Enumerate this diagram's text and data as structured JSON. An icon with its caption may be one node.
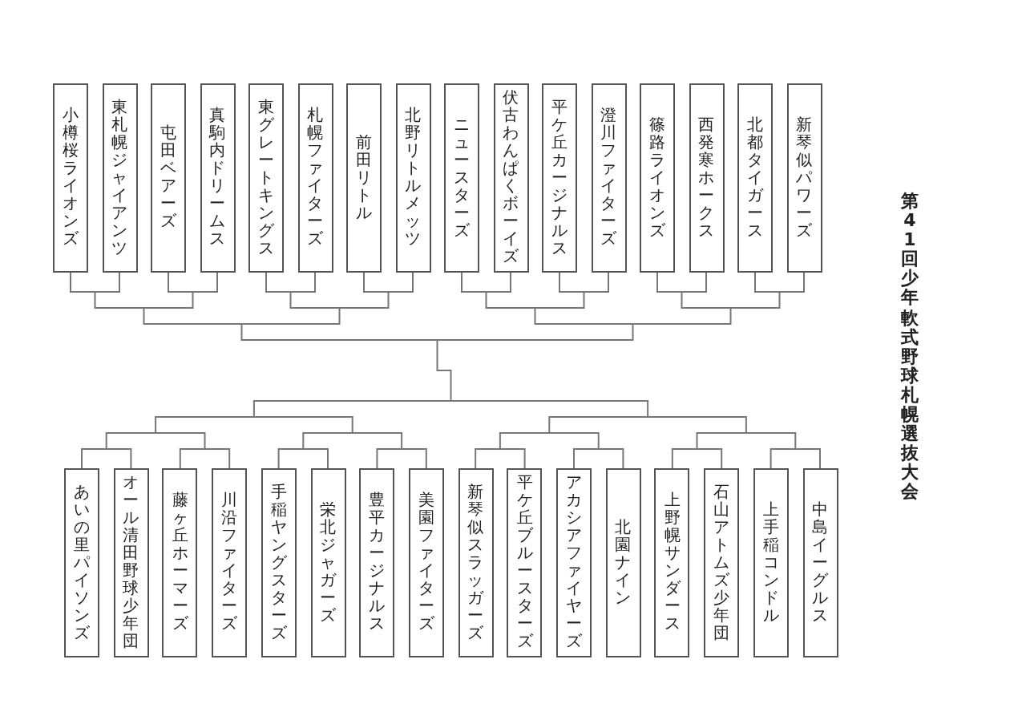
{
  "diagram": {
    "title": "第41回少年軟式野球札幌選抜大会",
    "nodes": [
      {
        "text": [
          "小樽桜ライオンズ"
        ]
      },
      {
        "text": [
          "東札幌ジャイアンツ"
        ]
      },
      {
        "text": [
          "屯田ベアーズ"
        ]
      },
      {
        "text": [
          "真駒内ドリームス"
        ]
      },
      {
        "text": [
          "東グレートキングス"
        ]
      },
      {
        "text": [
          "札幌ファイターズ"
        ]
      },
      {
        "text": [
          "前田リトル"
        ]
      },
      {
        "text": [
          "北野リトルメッツ"
        ]
      },
      {
        "text": [
          "ニュースターズ"
        ]
      },
      {
        "text": [
          "伏古わんぱくボーイズ"
        ]
      },
      {
        "text": [
          "平ケ丘カージナルス"
        ]
      },
      {
        "text": [
          "澄川ファイターズ"
        ]
      },
      {
        "text": [
          "篠路ライオンズ"
        ]
      },
      {
        "text": [
          "西発寒ホークス"
        ]
      },
      {
        "text": [
          "北都タイガース"
        ]
      },
      {
        "text": [
          "新琴似パワーズ"
        ]
      },
      {
        "text": [
          "あいの里パイソンズ"
        ]
      },
      {
        "text": [
          "オール清田野球少年団"
        ]
      },
      {
        "text": [
          "藤ヶ丘ホーマーズ"
        ]
      },
      {
        "text": [
          "川沿ファイターズ"
        ]
      },
      {
        "text": [
          "手稲ヤングスターズ"
        ]
      },
      {
        "text": [
          "栄北ジャガーズ"
        ]
      },
      {
        "text": [
          "豊平カージナルス"
        ]
      },
      {
        "text": [
          "美園ファイターズ"
        ]
      },
      {
        "text": [
          "新琴似スラッガーズ"
        ]
      },
      {
        "text": [
          "平ケ丘ブルースターズ"
        ]
      },
      {
        "text": [
          "アカシアファイヤーズ"
        ]
      },
      {
        "text": [
          "北園ナイン"
        ]
      },
      {
        "text": [
          "上野幌サンダース"
        ]
      },
      {
        "text": [
          "石山アトムズ少年団"
        ]
      },
      {
        "text": [
          "上手稲コンドル"
        ]
      },
      {
        "text": [
          "中島イーグルス"
        ]
      }
    ]
  }
}
